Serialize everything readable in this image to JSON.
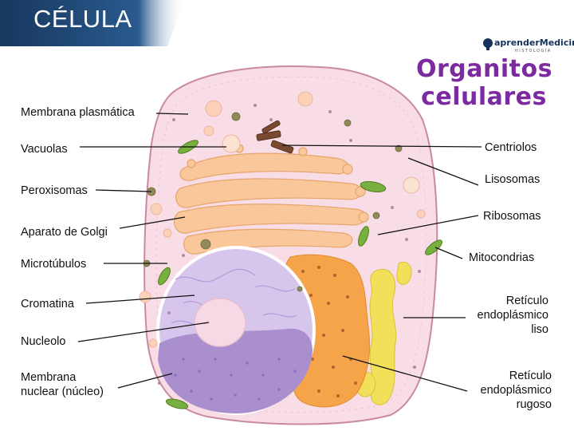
{
  "header": {
    "title": "CÉLULA"
  },
  "heading": {
    "line1": "Organitos",
    "line2": "celulares"
  },
  "logo": {
    "text": "aprenderMedicina",
    "sub": "HISTOLOGÍA"
  },
  "labels_left": {
    "membrana_plasmatica": "Membrana plasmática",
    "vacuolas": "Vacuolas",
    "peroxisomas": "Peroxisomas",
    "aparato_golgi": "Aparato de Golgi",
    "microtubulos": "Microtúbulos",
    "cromatina": "Cromatina",
    "nucleolo": "Nucleolo",
    "membrana_nuclear_1": "Membrana",
    "membrana_nuclear_2": "nuclear (núcleo)"
  },
  "labels_right": {
    "centriolos": "Centriolos",
    "lisosomas": "Lisosomas",
    "ribosomas": "Ribosomas",
    "mitocondrias": "Mitocondrias",
    "rel_1": "Retículo",
    "rel_2": "endoplásmico",
    "rel_3": "liso",
    "rer_1": "Retículo",
    "rer_2": "endoplásmico",
    "rer_3": "rugoso"
  },
  "colors": {
    "title_bar": "#17375e",
    "heading": "#7b2aa0",
    "cytoplasm": "#f8dde6",
    "cell_border": "#c98aa0",
    "golgi": "#f9c79a",
    "nucleus": "#d7c6ec",
    "chromatin": "#a98fce",
    "rer": "#f6a44a",
    "ser": "#f2e05a",
    "mitochondria": "#78b040"
  }
}
